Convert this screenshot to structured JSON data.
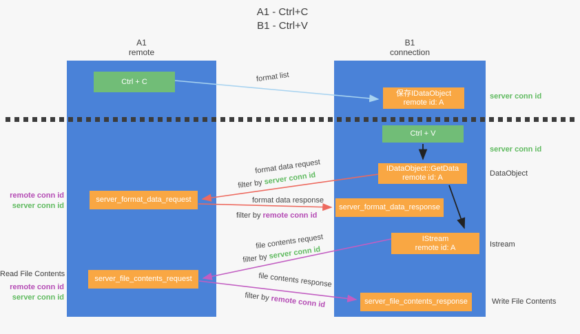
{
  "title": {
    "line1": "A1 - Ctrl+C",
    "line2": "B1 - Ctrl+V"
  },
  "columns": {
    "left": {
      "header_line1": "A1",
      "header_line2": "remote"
    },
    "right": {
      "header_line1": "B1",
      "header_line2": "connection"
    }
  },
  "nodes": {
    "ctrl_c": "Ctrl + C",
    "save_idataobject_line1": "保存IDataObject",
    "save_idataobject_line2": "remote id: A",
    "ctrl_v": "Ctrl + V",
    "getdata_line1": "IDataObject::GetData",
    "getdata_line2": "remote id: A",
    "format_request": "server_format_data_request",
    "format_response": "server_format_data_response",
    "istream_line1": "IStream",
    "istream_line2": "remote id: A",
    "file_request": "server_file_contents_request",
    "file_response": "server_file_contents_response"
  },
  "arrow_labels": {
    "format_list": "format list",
    "format_data_request": "format data request",
    "format_data_response": "format data response",
    "file_contents_request": "file contents request",
    "file_contents_response": "file contents response",
    "filter_by": "filter by ",
    "server_conn_id": "server conn id",
    "remote_conn_id": "remote conn id"
  },
  "side_labels": {
    "server_conn_id": "server conn id",
    "remote_conn_id": "remote conn id",
    "dataobject": "DataObject",
    "istream": "Istream",
    "read_file_contents": "Read File Contents",
    "write_file_contents": "Write File Contents"
  },
  "colors": {
    "lane_blue": "#4a82d8",
    "node_green": "#71bd77",
    "node_orange": "#f9a743",
    "arrow_light_blue": "#a8d3f0",
    "arrow_red": "#ed6a5f",
    "arrow_magenta": "#c25ec2",
    "arrow_black": "#222222",
    "text_green": "#5fba5f",
    "text_purple": "#b44bb4",
    "background": "#f7f7f7"
  }
}
